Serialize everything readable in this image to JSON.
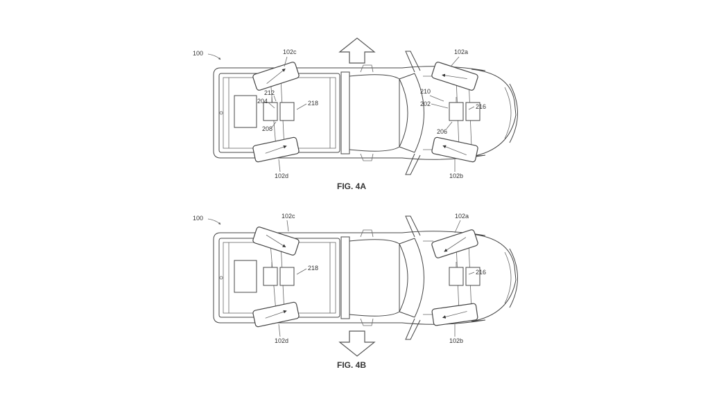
{
  "figures": [
    {
      "caption": "FIG. 4A",
      "vehicle_ref": "100",
      "wheels": {
        "front_upper": "102a",
        "front_lower": "102b",
        "rear_upper": "102c",
        "rear_lower": "102d"
      },
      "front": {
        "top": "210",
        "mid": "202",
        "bottom": "206",
        "motor": "216"
      },
      "rear": {
        "top": "212",
        "mid": "204",
        "bottom": "208",
        "motor": "218"
      },
      "direction": "forward"
    },
    {
      "caption": "FIG. 4B",
      "vehicle_ref": "100",
      "wheels": {
        "front_upper": "102a",
        "front_lower": "102b",
        "rear_upper": "102c",
        "rear_lower": "102d"
      },
      "front": {
        "motor": "216"
      },
      "rear": {
        "motor": "218"
      },
      "direction": "backward"
    }
  ]
}
